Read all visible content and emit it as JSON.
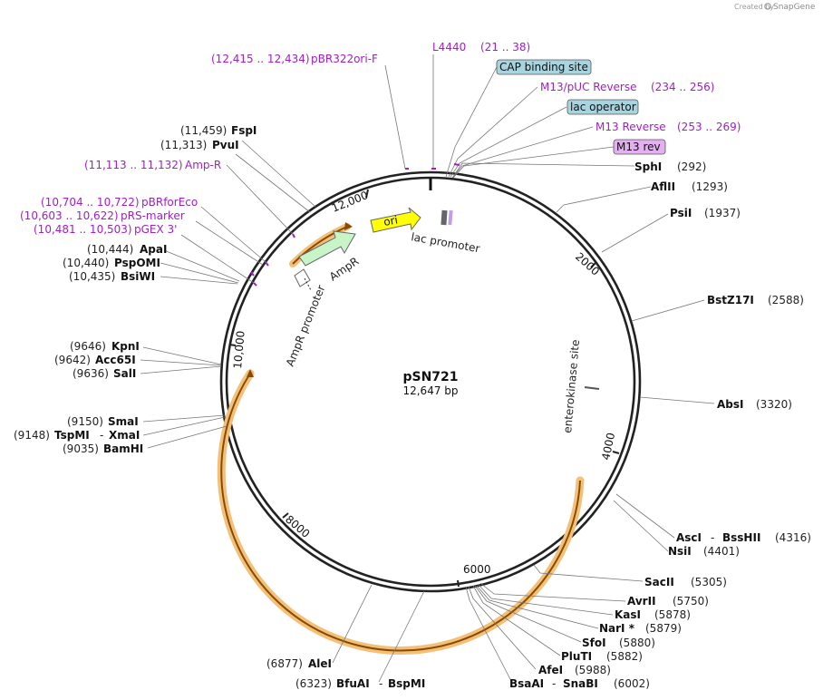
{
  "credit": {
    "created_by": "Created by",
    "brand": "SnapGene"
  },
  "plasmid": {
    "name": "pSN721",
    "size": "12,647 bp"
  },
  "ticks": {
    "t2000": "2000",
    "t4000": "4000",
    "t6000": "6000",
    "t8000": "8000",
    "t10000": "10,000",
    "t12000": "12,000"
  },
  "features": {
    "ori": "ori",
    "ampr": "AmpR",
    "ampr_promoter": "AmpR promoter",
    "lac_promoter": "lac promoter",
    "enterokinase_site": "enterokinase site"
  },
  "primers": [
    {
      "name": "pBR322ori-F",
      "range": "(12,415 .. 12,434)"
    },
    {
      "name": "L4440",
      "range": "(21 .. 38)"
    },
    {
      "name": "M13/pUC Reverse",
      "range": "(234 .. 256)"
    },
    {
      "name": "M13 Reverse",
      "range": "(253 .. 269)"
    },
    {
      "name": "Amp-R",
      "range": "(11,113 .. 11,132)"
    },
    {
      "name": "pBRforEco",
      "range": "(10,704 .. 10,722)"
    },
    {
      "name": "pRS-marker",
      "range": "(10,603 .. 10,622)"
    },
    {
      "name": "pGEX 3'",
      "range": "(10,481 .. 10,503)"
    }
  ],
  "boxed": {
    "cap": "CAP binding site",
    "lacop": "lac operator",
    "m13rev": "M13 rev"
  },
  "enzymes_right": [
    {
      "name": "SphI",
      "pos": "(292)"
    },
    {
      "name": "AflII",
      "pos": "(1293)"
    },
    {
      "name": "PsiI",
      "pos": "(1937)"
    },
    {
      "name": "BstZ17I",
      "pos": "(2588)"
    },
    {
      "name": "AbsI",
      "pos": "(3320)"
    },
    {
      "name": "AscI",
      "sep": "-",
      "name2": "BssHII",
      "pos": "(4316)"
    },
    {
      "name": "NsiI",
      "pos": "(4401)"
    },
    {
      "name": "SacII",
      "pos": "(5305)"
    },
    {
      "name": "AvrII",
      "pos": "(5750)"
    },
    {
      "name": "KasI",
      "pos": "(5878)"
    },
    {
      "name": "NarI *",
      "pos": "(5879)"
    },
    {
      "name": "SfoI",
      "pos": "(5880)"
    },
    {
      "name": "PluTI",
      "pos": "(5882)"
    },
    {
      "name": "AfeI",
      "pos": "(5988)"
    },
    {
      "name": "BsaAI",
      "sep": "-",
      "name2": "SnaBI",
      "pos": "(6002)"
    }
  ],
  "enzymes_left": [
    {
      "name": "FspI",
      "pos": "(11,459)"
    },
    {
      "name": "PvuI",
      "pos": "(11,313)"
    },
    {
      "name": "ApaI",
      "pos": "(10,444)"
    },
    {
      "name": "PspOMI",
      "pos": "(10,440)"
    },
    {
      "name": "BsiWI",
      "pos": "(10,435)"
    },
    {
      "name": "KpnI",
      "pos": "(9646)"
    },
    {
      "name": "Acc65I",
      "pos": "(9642)"
    },
    {
      "name": "SalI",
      "pos": "(9636)"
    },
    {
      "name": "SmaI",
      "pos": "(9150)"
    },
    {
      "name": "TspMI",
      "sep": "-",
      "name2": "XmaI",
      "pos": "(9148)"
    },
    {
      "name": "BamHI",
      "pos": "(9035)"
    },
    {
      "name": "AleI",
      "pos": "(6877)"
    },
    {
      "name": "BfuAI",
      "sep": "-",
      "name2": "BspMI",
      "pos": "(6323)"
    }
  ]
}
